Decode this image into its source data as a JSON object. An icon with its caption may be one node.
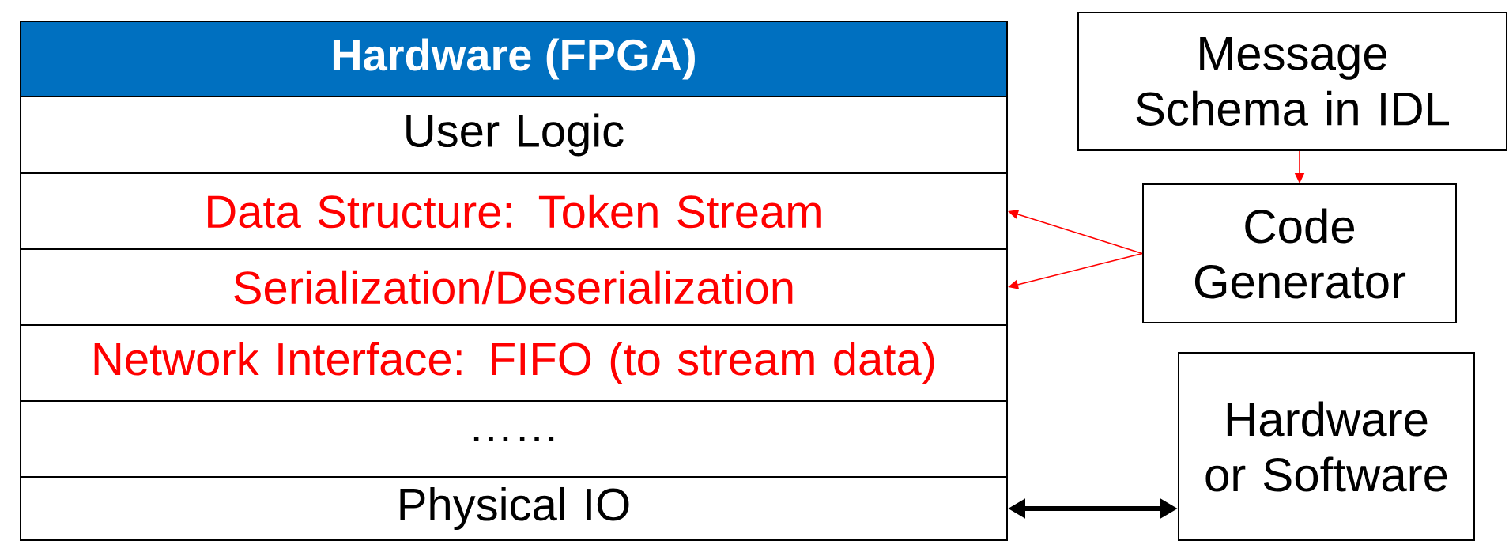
{
  "diagram": {
    "nodes": [
      {
        "text": [
          "Hardware (FPGA)"
        ]
      },
      {
        "text": [
          "User Logic"
        ],
        "in": 0
      },
      {
        "text": [
          "Data Structure: Token Stream"
        ],
        "in": 0
      },
      {
        "text": [
          "Serialization/Deserialization"
        ],
        "in": 0
      },
      {
        "text": [
          "Network Interface: FIFO (to stream data)"
        ],
        "in": 0
      },
      {
        "text": [
          "……"
        ],
        "in": 0
      },
      {
        "text": [
          "Physical IO"
        ],
        "in": 0
      },
      {
        "text": [
          "Message Schema in IDL"
        ]
      },
      {
        "text": [
          "Code Generator"
        ]
      },
      {
        "text": [
          "Hardware or Software"
        ]
      }
    ],
    "edges": [
      {
        "from": 7,
        "to": 8,
        "arrow": "to",
        "color": "#ff0000"
      },
      {
        "from": 8,
        "to": 2,
        "arrow": "to",
        "color": "#ff0000"
      },
      {
        "from": 8,
        "to": 3,
        "arrow": "to",
        "color": "#ff0000"
      },
      {
        "from": 6,
        "to": 9,
        "arrow": "both",
        "style": "thick",
        "color": "#000000"
      }
    ]
  }
}
